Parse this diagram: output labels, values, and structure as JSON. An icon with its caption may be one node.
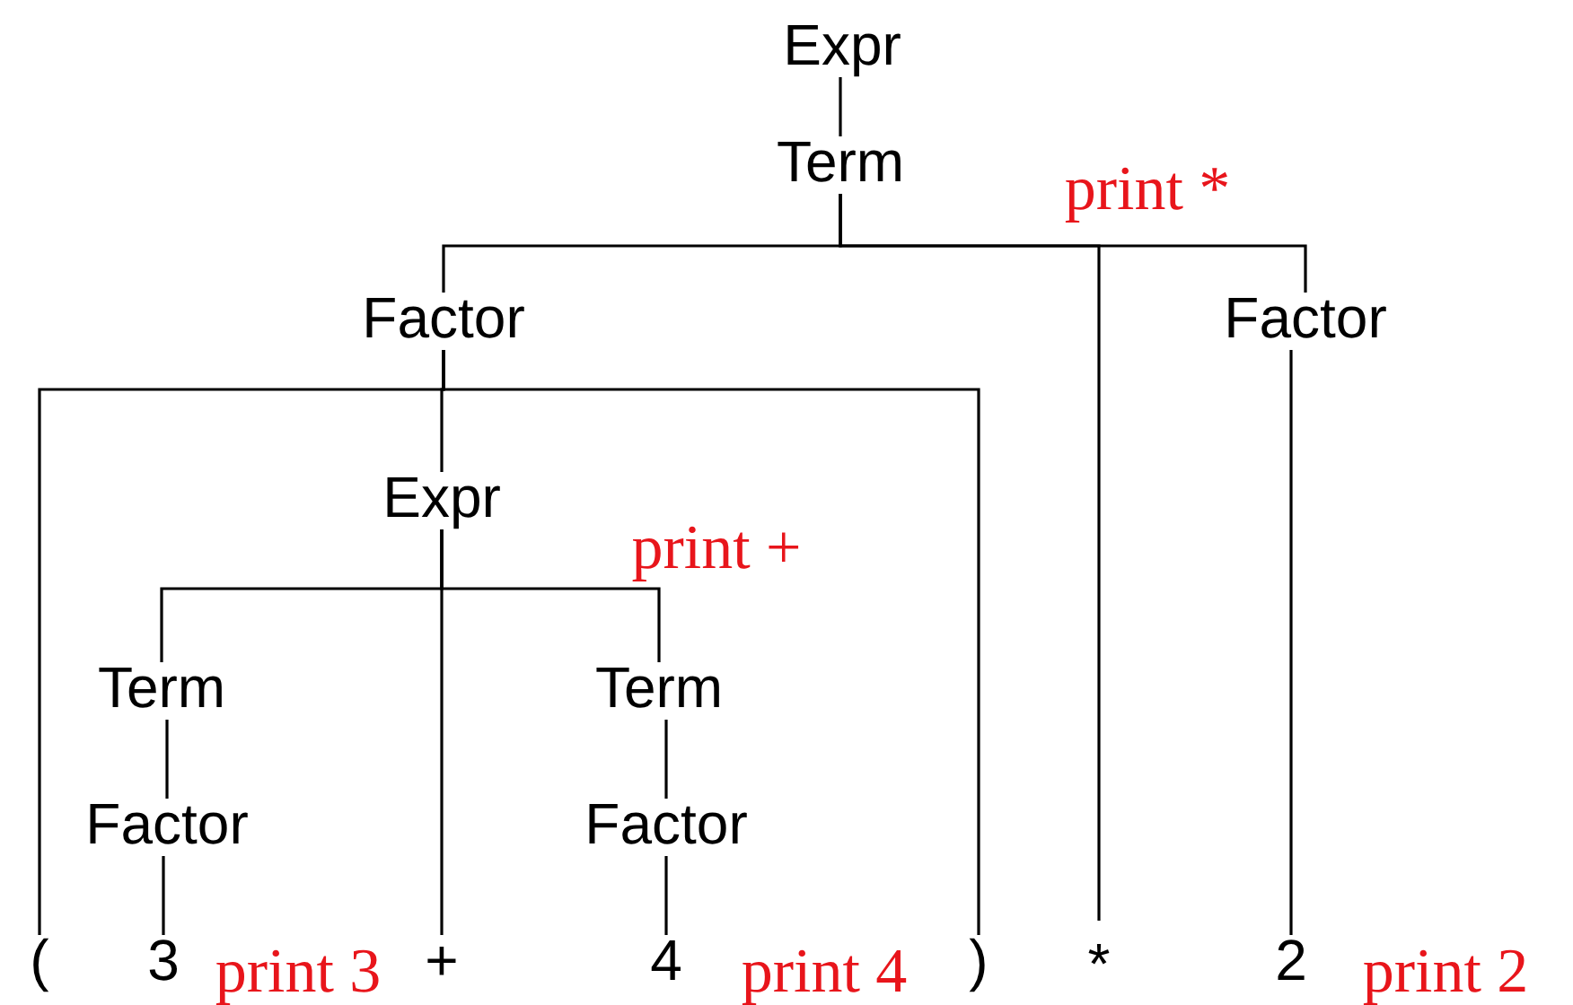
{
  "diagram": {
    "nodes": [
      {
        "text": [
          "Expr"
        ]
      },
      {
        "text": [
          "Term"
        ]
      },
      {
        "text": [
          "Factor"
        ]
      },
      {
        "text": [
          "Factor"
        ]
      },
      {
        "text": [
          "Expr"
        ]
      },
      {
        "text": [
          "Term"
        ]
      },
      {
        "text": [
          "Term"
        ]
      },
      {
        "text": [
          "Factor"
        ]
      },
      {
        "text": [
          "Factor"
        ]
      },
      {
        "text": [
          "("
        ]
      },
      {
        "text": [
          "3"
        ]
      },
      {
        "text": [
          "+"
        ]
      },
      {
        "text": [
          "4"
        ]
      },
      {
        "text": [
          ")"
        ]
      },
      {
        "text": [
          "*"
        ]
      },
      {
        "text": [
          "2"
        ]
      }
    ],
    "edges": [
      {
        "from": 0,
        "to": 1,
        "arrow": "none"
      },
      {
        "from": 1,
        "to": 2,
        "arrow": "none"
      },
      {
        "from": 1,
        "to": 14,
        "arrow": "none"
      },
      {
        "from": 1,
        "to": 3,
        "arrow": "none"
      },
      {
        "from": 2,
        "to": 9,
        "arrow": "none"
      },
      {
        "from": 2,
        "to": 4,
        "arrow": "none"
      },
      {
        "from": 2,
        "to": 13,
        "arrow": "none"
      },
      {
        "from": 3,
        "to": 15,
        "arrow": "none"
      },
      {
        "from": 4,
        "to": 5,
        "arrow": "none"
      },
      {
        "from": 4,
        "to": 11,
        "arrow": "none"
      },
      {
        "from": 4,
        "to": 6,
        "arrow": "none"
      },
      {
        "from": 5,
        "to": 7,
        "arrow": "none"
      },
      {
        "from": 6,
        "to": 8,
        "arrow": "none"
      },
      {
        "from": 7,
        "to": 10,
        "arrow": "none"
      },
      {
        "from": 8,
        "to": 12,
        "arrow": "none"
      }
    ],
    "labels": [
      "print *",
      "print +",
      "print 3",
      "print 4",
      "print 2"
    ]
  }
}
